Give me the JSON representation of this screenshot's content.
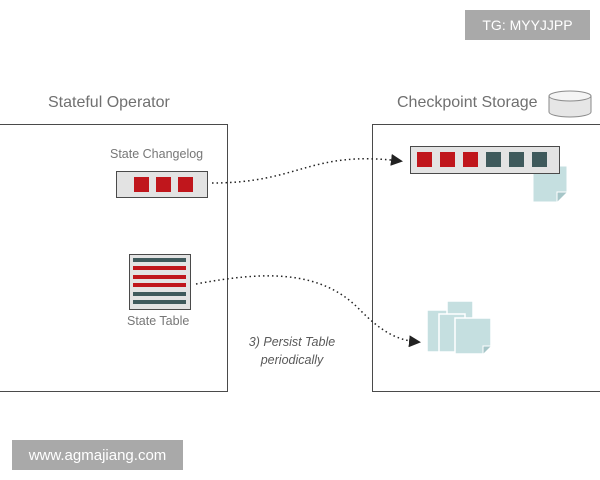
{
  "watermark_top": "TG: MYYJJPP",
  "watermark_bottom": "www.agmajiang.com",
  "operator": {
    "title": "Stateful Operator",
    "changelog_label": "State Changelog",
    "table_label": "State Table"
  },
  "storage": {
    "title": "Checkpoint Storage",
    "icon": "database-icon"
  },
  "annotation": {
    "line1": "3) Persist Table",
    "line2": "periodically"
  },
  "colors": {
    "red": "#c0161c",
    "dark_teal": "#3f5a5c",
    "paper": "#c5dfe0",
    "border": "#4a4a4a",
    "watermark_bg": "#a9a9a9"
  },
  "changelog_small": [
    "red",
    "red",
    "red"
  ],
  "changelog_large": [
    "red",
    "red",
    "red",
    "dark_teal",
    "dark_teal",
    "dark_teal"
  ],
  "table_rows": [
    "dark_teal",
    "red",
    "red",
    "red",
    "dark_teal",
    "dark_teal"
  ]
}
